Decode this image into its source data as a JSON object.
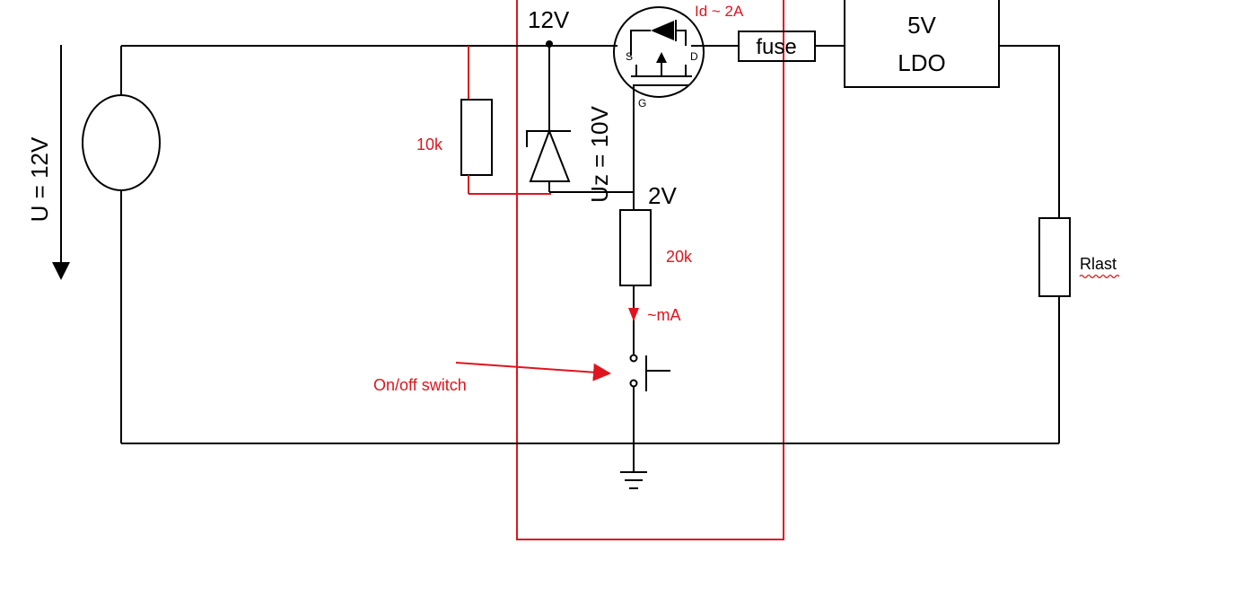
{
  "labels": {
    "supply_voltage": "U = 12V",
    "node_12v": "12V",
    "drain_current": "Id ~ 2A",
    "fuse": "fuse",
    "ldo_line1": "5V",
    "ldo_line2": "LDO",
    "mosfet_source": "S",
    "mosfet_drain": "D",
    "mosfet_gate": "G",
    "r_gate_pull": "10k",
    "zener_voltage": "Uz = 10V",
    "node_2v": "2V",
    "r_bias": "20k",
    "bias_current": "~mA",
    "switch_note": "On/off switch",
    "load": "Rlast"
  },
  "colors": {
    "wire": "#000000",
    "annotation": "#e0141e",
    "spellcheck": "#e0141e"
  }
}
